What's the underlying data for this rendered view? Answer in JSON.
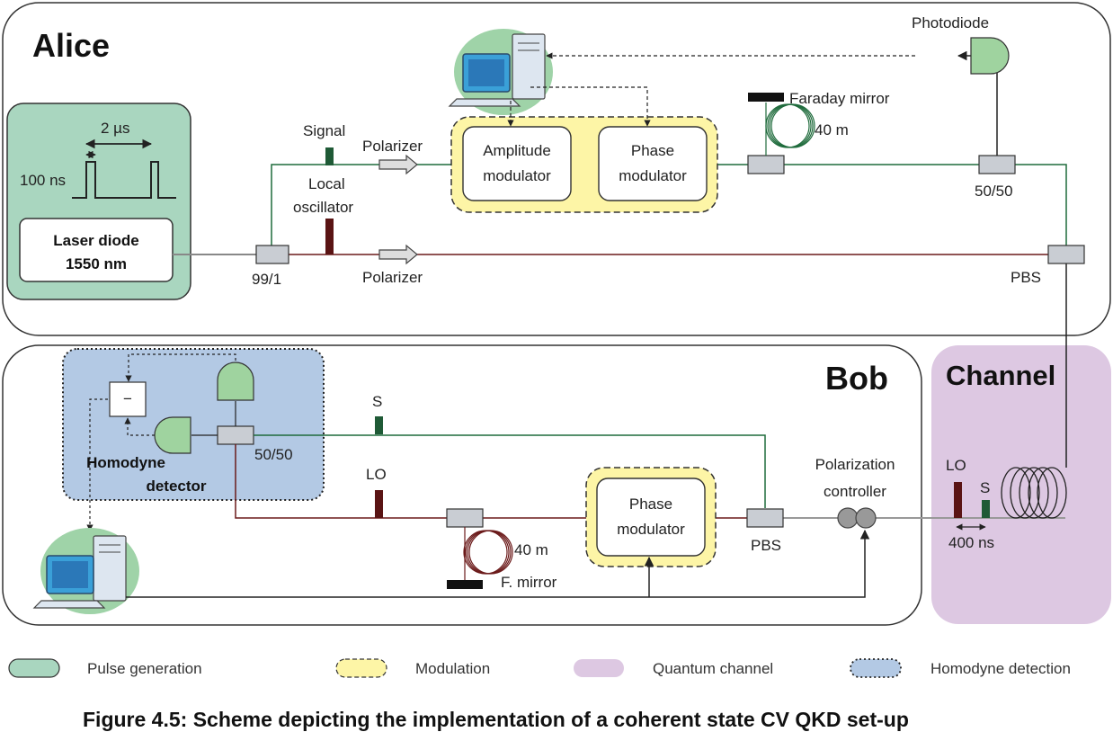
{
  "sections": {
    "alice": "Alice",
    "bob": "Bob",
    "channel": "Channel"
  },
  "alice": {
    "pulse_width": "2 µs",
    "pulse_duration": "100 ns",
    "laser_line1": "Laser diode",
    "laser_line2": "1550 nm",
    "coupler_99": "99/1",
    "signal": "Signal",
    "local_line1": "Local",
    "local_line2": "oscillator",
    "polarizer_top": "Polarizer",
    "polarizer_bottom": "Polarizer",
    "amp_line1": "Amplitude",
    "amp_line2": "modulator",
    "phase_line1": "Phase",
    "phase_line2": "modulator",
    "faraday_mirror": "Faraday mirror",
    "fiber_length": "40 m",
    "photodiode": "Photodiode",
    "coupler_5050": "50/50",
    "pbs": "PBS"
  },
  "bob": {
    "minus": "−",
    "homodyne_line1": "Homodyne",
    "homodyne_line2": "detector",
    "coupler_5050": "50/50",
    "s": "S",
    "lo": "LO",
    "phase_line1": "Phase",
    "phase_line2": "modulator",
    "fiber_length": "40 m",
    "f_mirror": "F. mirror",
    "pbs": "PBS",
    "polctrl_line1": "Polarization",
    "polctrl_line2": "controller"
  },
  "channel": {
    "lo": "LO",
    "s": "S",
    "delay": "400 ns"
  },
  "legend": {
    "pulse_generation": "Pulse generation",
    "modulation": "Modulation",
    "quantum_channel": "Quantum channel",
    "homodyne_detection": "Homodyne detection"
  },
  "caption": "Figure 4.5: Scheme depicting the implementation of a coherent state CV QKD set-up",
  "colors": {
    "signal_fiber": "#1f6b3c",
    "lo_fiber": "#6b1a1a",
    "pulse_fill": "#a9d6bf",
    "modulation_fill": "#fdf5a6",
    "channel_fill": "#ddc8e2",
    "homodyne_fill": "#b3c9e4",
    "photodiode_fill": "#9fd39f"
  },
  "icons": [
    "computer-icon",
    "photodiode-icon",
    "fiber-coil-icon",
    "polarizer-arrow-icon"
  ]
}
